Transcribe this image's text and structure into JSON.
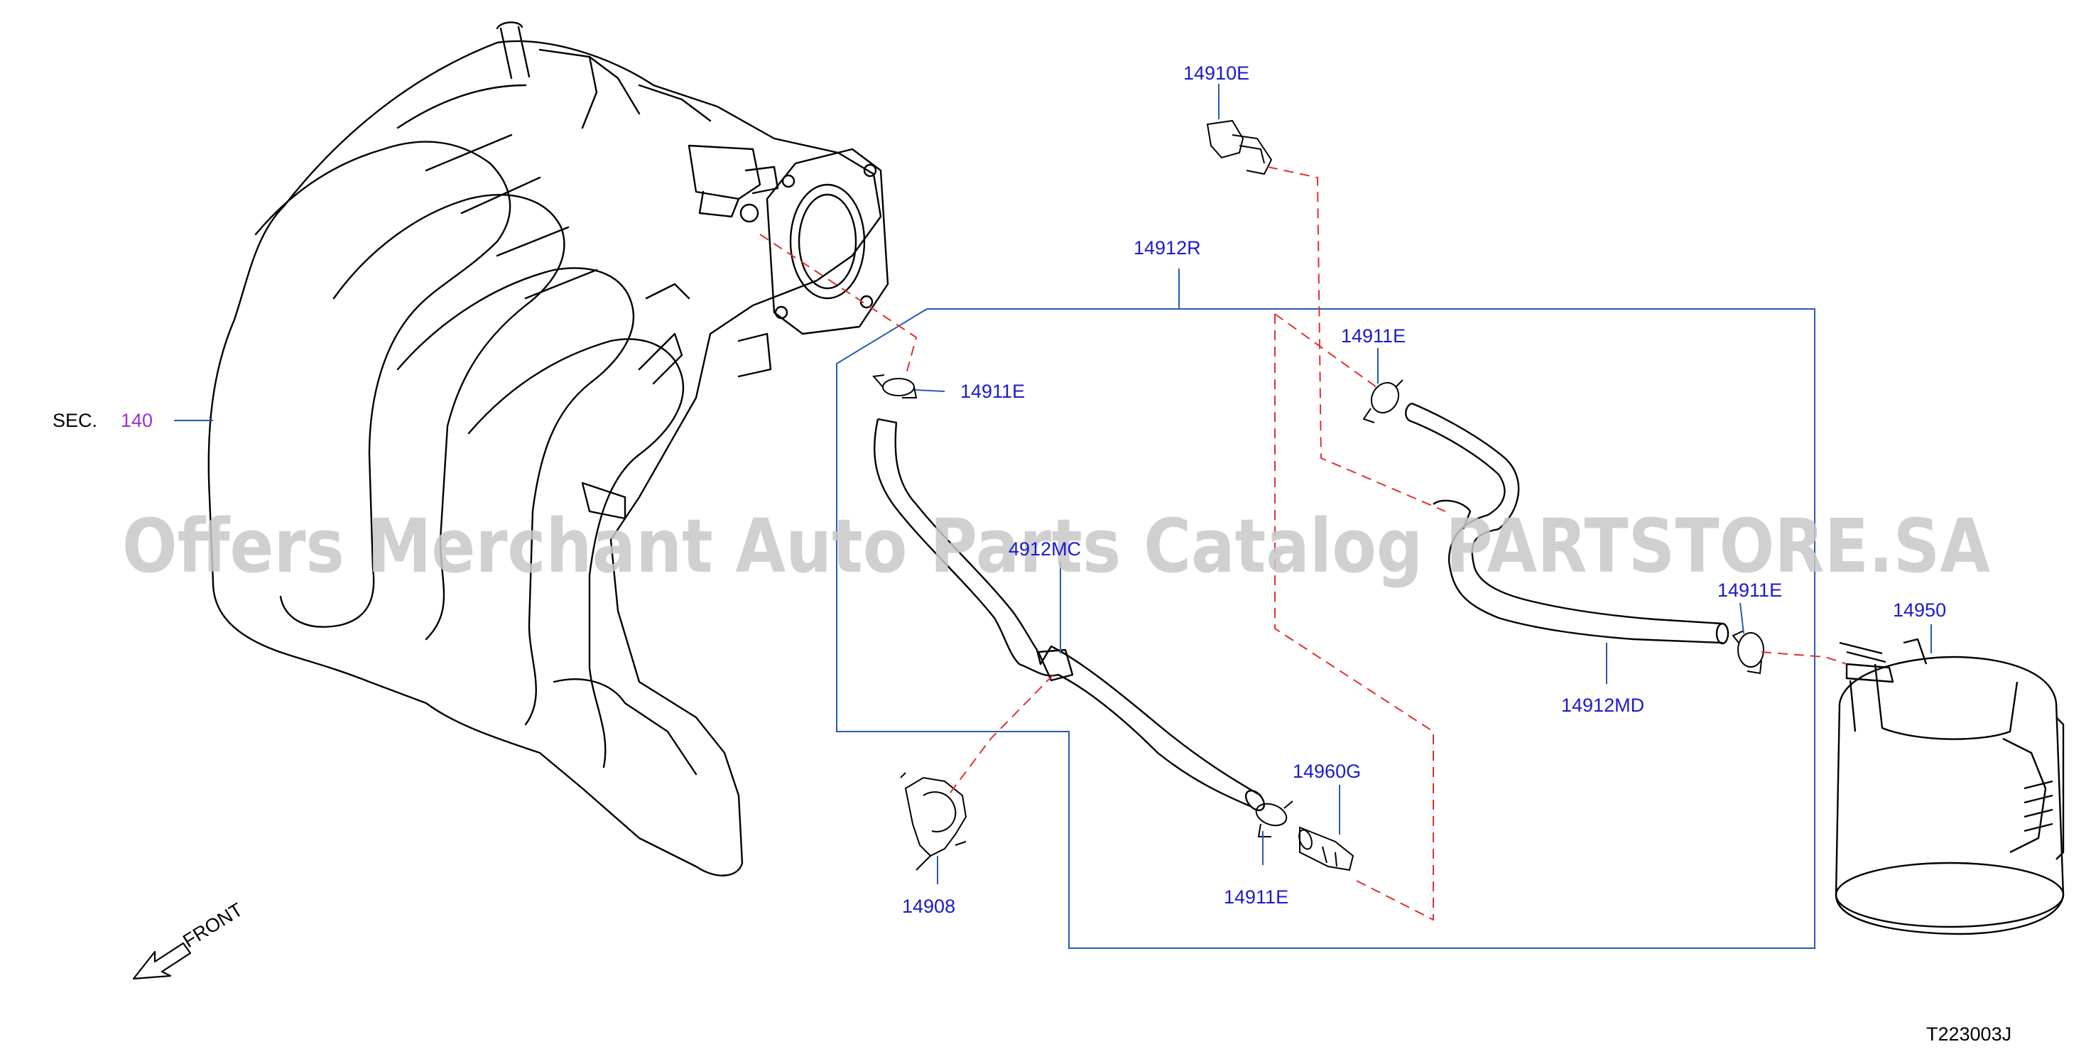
{
  "diagram": {
    "labels": {
      "p14910E": "14910E",
      "p14912R": "14912R",
      "p14911E_a": "14911E",
      "p14911E_b": "14911E",
      "p14911E_c": "14911E",
      "p14911E_d": "14911E",
      "p14912MC": "4912MC",
      "p14912MD": "14912MD",
      "p14950": "14950",
      "p14960G": "14960G",
      "p14908": "14908",
      "sec_prefix": "SEC.",
      "sec_number": "140",
      "front": "FRONT",
      "drawing_code": "T223003J"
    },
    "watermark": "Offers Merchant Auto Parts Catalog PARTSTORE.SA",
    "colors": {
      "label": "#1a1acc",
      "leader": "#2a5ab0",
      "dashed": "#e03030",
      "outline": "#000000",
      "sec_number": "#9a30d8",
      "watermark": "#c8c8c8"
    }
  }
}
